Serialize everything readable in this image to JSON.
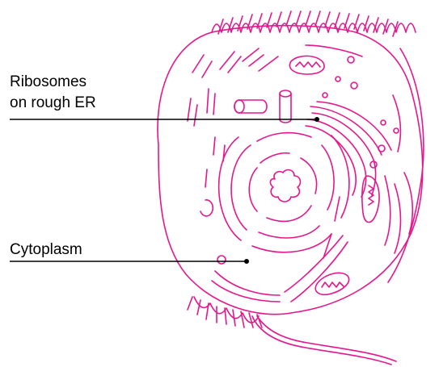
{
  "diagram": {
    "labels": {
      "ribosomes_line1": "Ribosomes",
      "ribosomes_line2": "on rough ER",
      "cytoplasm": "Cytoplasm"
    },
    "colors": {
      "cell_outline": "#e6168c",
      "label_text": "#000000",
      "leader_line": "#000000"
    }
  }
}
